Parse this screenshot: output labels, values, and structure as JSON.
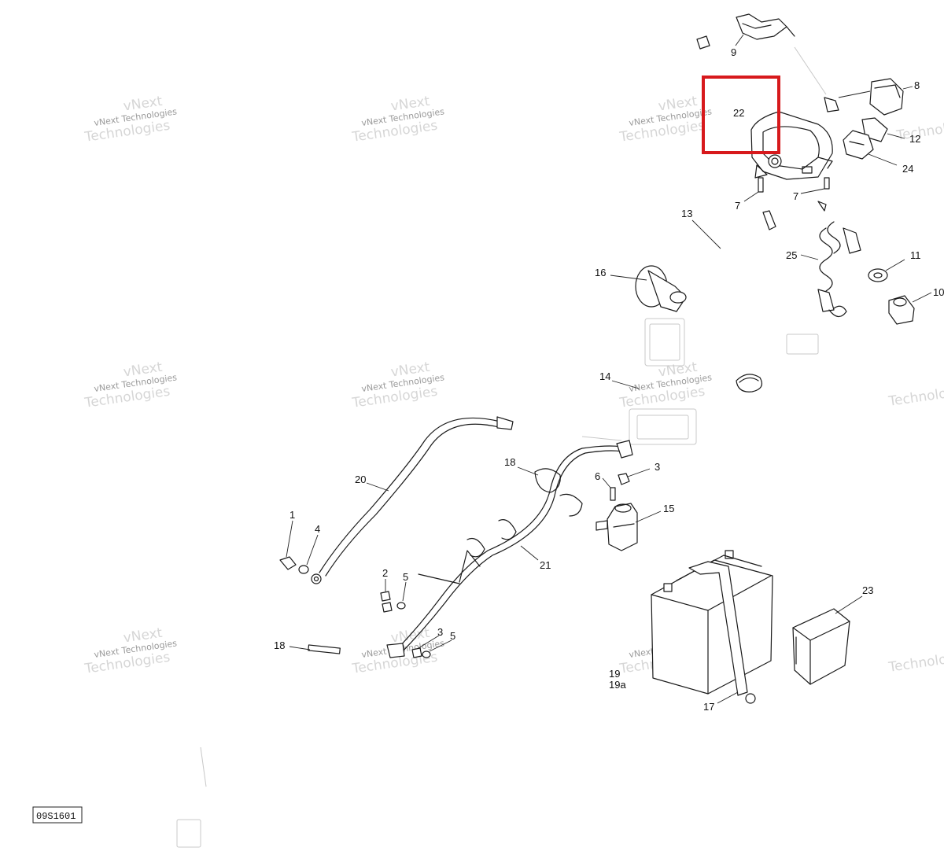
{
  "diagram": {
    "reference_code": "09S1601",
    "watermark": {
      "line1": "vNext Technologies",
      "line2": "Technologies",
      "overlay": "vNext"
    },
    "highlight": {
      "color": "#d7191c",
      "callout": "22"
    },
    "callouts": [
      "22",
      "9",
      "8",
      "12",
      "24",
      "7",
      "7",
      "13",
      "25",
      "11",
      "10",
      "16",
      "14",
      "18",
      "6",
      "3",
      "15",
      "20",
      "1",
      "4",
      "21",
      "2",
      "5",
      "3",
      "5",
      "18",
      "23",
      "19",
      "19a",
      "17"
    ]
  }
}
